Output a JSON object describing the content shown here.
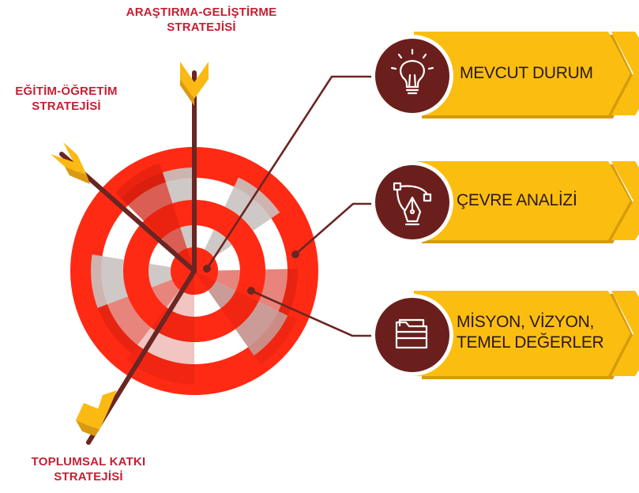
{
  "colors": {
    "accent_red": "#ff2a14",
    "dark_red": "#d31f10",
    "grey_segment": "#c9c2c0",
    "arrow_shaft": "#6b2522",
    "arrow_fletch": "#fbb913",
    "fletch_shadow": "#d99a10",
    "label_red": "#c51f33",
    "ribbon": "#fbbe10",
    "ribbon_shadow": "#d79b09",
    "circle_badge": "#6a1f1d",
    "connector": "#6b2522",
    "ribbon_text": "#2b1914"
  },
  "strategies": {
    "arastirma": {
      "line1": "ARAŞTIRMA-GELİŞTİRME",
      "line2": "STRATEJİSİ"
    },
    "egitim": {
      "line1": "EĞİTİM-ÖĞRETİM",
      "line2": "STRATEJİSİ"
    },
    "toplumsal": {
      "line1": "TOPLUMSAL KATKI",
      "line2": "STRATEJİSİ"
    }
  },
  "items": [
    {
      "icon": "lightbulb-icon",
      "lines": [
        "MEVCUT DURUM"
      ]
    },
    {
      "icon": "pen-tool-icon",
      "lines": [
        "ÇEVRE ANALİZİ"
      ]
    },
    {
      "icon": "folder-icon",
      "lines": [
        "MİSYON, VİZYON,",
        "TEMEL DEĞERLER"
      ]
    }
  ]
}
